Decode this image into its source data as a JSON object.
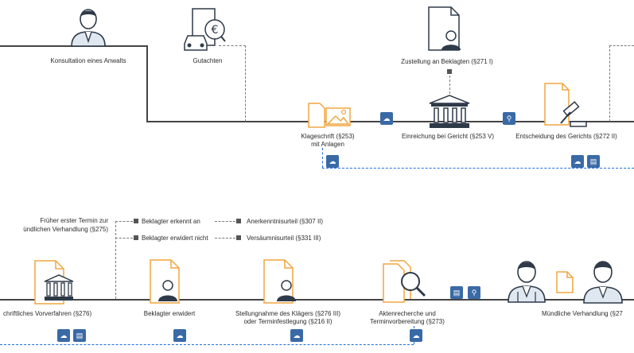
{
  "nodes": {
    "konsultation": "Konsultation eines Anwalts",
    "gutachten": "Gutachten",
    "zustellung": "Zustellung an Beklagten (§271 I)",
    "klageschrift_1": "Klageschrift (§253)",
    "klageschrift_2": "mit Anlagen",
    "einreichung": "Einreichung bei Gericht (§253 V)",
    "entscheidung": "Entscheidung des Gerichts (§272 II)",
    "frueher_1": "Früher erster Termin zur",
    "frueher_2": "ündlichen Verhandlung (§275)",
    "erkennt_an": "Beklagter erkennt an",
    "erwidert_nicht": "Beklagter erwidert nicht",
    "anerkenntnis": "Anerkenntnisurteil (§307 II)",
    "versaeumnis": "Versäumnisurteil (§331 III)",
    "schriftlich": "chriftliches Vorverfahren (§276)",
    "beklagter_erwidert": "Beklagter erwidert",
    "stellungnahme_1": "Stellungnahme des Klägers (§276 III)",
    "stellungnahme_2": "oder Terminfestlegung (§216 II)",
    "akten_1": "Aktenrecherche und",
    "akten_2": "Terminvorbereitung (§273)",
    "muendlich": "Mündliche Verhandlung (§27"
  },
  "colors": {
    "line": "#444444",
    "accent_orange": "#f0a640",
    "badge_blue": "#3a6aa6",
    "dashed_blue": "#1e6fd9",
    "person_fill": "#dfe7f0",
    "icon_stroke": "#2e3a48"
  },
  "icons": [
    "person-icon",
    "car-euro-icon",
    "document-person-icon",
    "document-image-icon",
    "courthouse-icon",
    "gavel-icon",
    "cloud-icon",
    "search-icon",
    "document-icon",
    "judge-icon",
    "lawyer-icon"
  ]
}
